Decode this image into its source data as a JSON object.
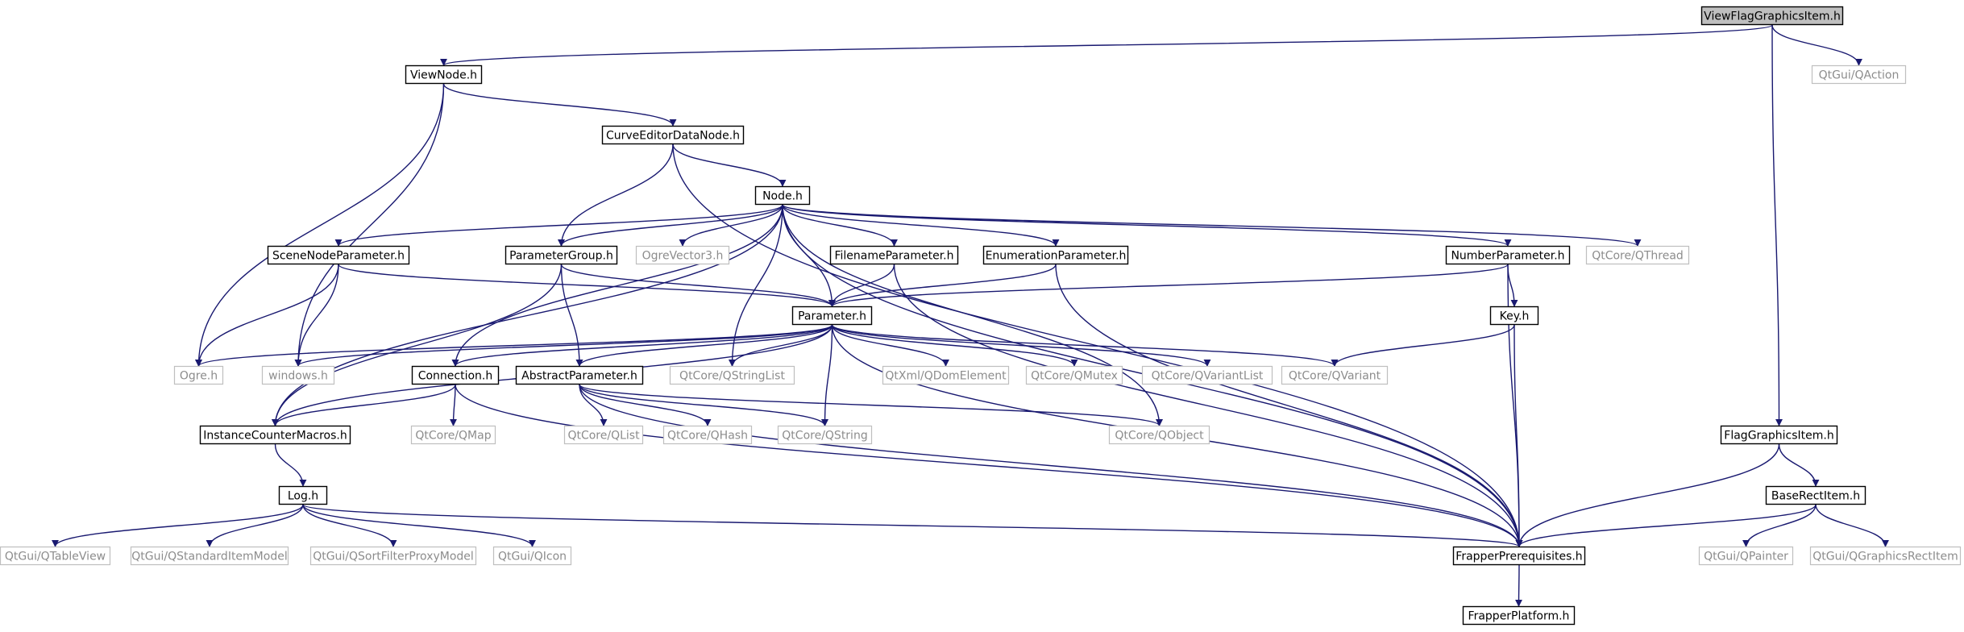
{
  "nodes": [
    {
      "id": "ViewFlagGraphicsItem",
      "label": "ViewFlagGraphicsItem.h",
      "style": "root"
    },
    {
      "id": "ViewNode",
      "label": "ViewNode.h",
      "style": "black"
    },
    {
      "id": "QAction",
      "label": "QtGui/QAction",
      "style": "grey"
    },
    {
      "id": "CurveEditorDataNode",
      "label": "CurveEditorDataNode.h",
      "style": "black"
    },
    {
      "id": "Node",
      "label": "Node.h",
      "style": "black"
    },
    {
      "id": "SceneNodeParameter",
      "label": "SceneNodeParameter.h",
      "style": "black"
    },
    {
      "id": "ParameterGroup",
      "label": "ParameterGroup.h",
      "style": "black"
    },
    {
      "id": "OgreVector3",
      "label": "OgreVector3.h",
      "style": "grey"
    },
    {
      "id": "FilenameParameter",
      "label": "FilenameParameter.h",
      "style": "black"
    },
    {
      "id": "EnumerationParameter",
      "label": "EnumerationParameter.h",
      "style": "black"
    },
    {
      "id": "NumberParameter",
      "label": "NumberParameter.h",
      "style": "black"
    },
    {
      "id": "QThread",
      "label": "QtCore/QThread",
      "style": "grey"
    },
    {
      "id": "Parameter",
      "label": "Parameter.h",
      "style": "black"
    },
    {
      "id": "Key",
      "label": "Key.h",
      "style": "black"
    },
    {
      "id": "Ogre",
      "label": "Ogre.h",
      "style": "grey"
    },
    {
      "id": "windows",
      "label": "windows.h",
      "style": "grey"
    },
    {
      "id": "Connection",
      "label": "Connection.h",
      "style": "black"
    },
    {
      "id": "AbstractParameter",
      "label": "AbstractParameter.h",
      "style": "black"
    },
    {
      "id": "QStringList",
      "label": "QtCore/QStringList",
      "style": "grey"
    },
    {
      "id": "QDomElement",
      "label": "QtXml/QDomElement",
      "style": "grey"
    },
    {
      "id": "QMutex",
      "label": "QtCore/QMutex",
      "style": "grey"
    },
    {
      "id": "QVariantList",
      "label": "QtCore/QVariantList",
      "style": "grey"
    },
    {
      "id": "QVariant",
      "label": "QtCore/QVariant",
      "style": "grey"
    },
    {
      "id": "InstanceCounterMacros",
      "label": "InstanceCounterMacros.h",
      "style": "black"
    },
    {
      "id": "QMap",
      "label": "QtCore/QMap",
      "style": "grey"
    },
    {
      "id": "QList",
      "label": "QtCore/QList",
      "style": "grey"
    },
    {
      "id": "QHash",
      "label": "QtCore/QHash",
      "style": "grey"
    },
    {
      "id": "QString",
      "label": "QtCore/QString",
      "style": "grey"
    },
    {
      "id": "QObject",
      "label": "QtCore/QObject",
      "style": "grey"
    },
    {
      "id": "FlagGraphicsItem",
      "label": "FlagGraphicsItem.h",
      "style": "black"
    },
    {
      "id": "BaseRectItem",
      "label": "BaseRectItem.h",
      "style": "black"
    },
    {
      "id": "Log",
      "label": "Log.h",
      "style": "black"
    },
    {
      "id": "QTableView",
      "label": "QtGui/QTableView",
      "style": "grey"
    },
    {
      "id": "QStandardItemModel",
      "label": "QtGui/QStandardItemModel",
      "style": "grey"
    },
    {
      "id": "QSortFilterProxyModel",
      "label": "QtGui/QSortFilterProxyModel",
      "style": "grey"
    },
    {
      "id": "QIcon",
      "label": "QtGui/QIcon",
      "style": "grey"
    },
    {
      "id": "FrapperPrerequisites",
      "label": "FrapperPrerequisites.h",
      "style": "black"
    },
    {
      "id": "QPainter",
      "label": "QtGui/QPainter",
      "style": "grey"
    },
    {
      "id": "QGraphicsRectItem",
      "label": "QtGui/QGraphicsRectItem",
      "style": "grey"
    },
    {
      "id": "FrapperPlatform",
      "label": "FrapperPlatform.h",
      "style": "black"
    }
  ],
  "edges": [
    [
      "ViewFlagGraphicsItem",
      "ViewNode"
    ],
    [
      "ViewFlagGraphicsItem",
      "QAction"
    ],
    [
      "ViewFlagGraphicsItem",
      "FlagGraphicsItem"
    ],
    [
      "ViewNode",
      "CurveEditorDataNode"
    ],
    [
      "ViewNode",
      "Ogre"
    ],
    [
      "ViewNode",
      "windows"
    ],
    [
      "CurveEditorDataNode",
      "Node"
    ],
    [
      "CurveEditorDataNode",
      "ParameterGroup"
    ],
    [
      "CurveEditorDataNode",
      "FrapperPrerequisites"
    ],
    [
      "Node",
      "SceneNodeParameter"
    ],
    [
      "Node",
      "ParameterGroup"
    ],
    [
      "Node",
      "OgreVector3"
    ],
    [
      "Node",
      "FilenameParameter"
    ],
    [
      "Node",
      "EnumerationParameter"
    ],
    [
      "Node",
      "NumberParameter"
    ],
    [
      "Node",
      "QThread"
    ],
    [
      "Node",
      "Parameter"
    ],
    [
      "Node",
      "Connection"
    ],
    [
      "Node",
      "InstanceCounterMacros"
    ],
    [
      "Node",
      "QStringList"
    ],
    [
      "Node",
      "QObject"
    ],
    [
      "Node",
      "FrapperPrerequisites"
    ],
    [
      "SceneNodeParameter",
      "Parameter"
    ],
    [
      "SceneNodeParameter",
      "Ogre"
    ],
    [
      "SceneNodeParameter",
      "windows"
    ],
    [
      "ParameterGroup",
      "Parameter"
    ],
    [
      "ParameterGroup",
      "AbstractParameter"
    ],
    [
      "ParameterGroup",
      "InstanceCounterMacros"
    ],
    [
      "FilenameParameter",
      "Parameter"
    ],
    [
      "FilenameParameter",
      "FrapperPrerequisites"
    ],
    [
      "EnumerationParameter",
      "Parameter"
    ],
    [
      "EnumerationParameter",
      "FrapperPrerequisites"
    ],
    [
      "NumberParameter",
      "Parameter"
    ],
    [
      "NumberParameter",
      "Key"
    ],
    [
      "NumberParameter",
      "FrapperPrerequisites"
    ],
    [
      "Parameter",
      "Ogre"
    ],
    [
      "Parameter",
      "windows"
    ],
    [
      "Parameter",
      "Connection"
    ],
    [
      "Parameter",
      "AbstractParameter"
    ],
    [
      "Parameter",
      "QStringList"
    ],
    [
      "Parameter",
      "QDomElement"
    ],
    [
      "Parameter",
      "QMutex"
    ],
    [
      "Parameter",
      "QVariantList"
    ],
    [
      "Parameter",
      "QVariant"
    ],
    [
      "Parameter",
      "InstanceCounterMacros"
    ],
    [
      "Parameter",
      "QString"
    ],
    [
      "Parameter",
      "FrapperPrerequisites"
    ],
    [
      "Key",
      "QVariant"
    ],
    [
      "Key",
      "FrapperPrerequisites"
    ],
    [
      "Connection",
      "InstanceCounterMacros"
    ],
    [
      "Connection",
      "QMap"
    ],
    [
      "Connection",
      "FrapperPrerequisites"
    ],
    [
      "AbstractParameter",
      "QList"
    ],
    [
      "AbstractParameter",
      "QHash"
    ],
    [
      "AbstractParameter",
      "QString"
    ],
    [
      "AbstractParameter",
      "QObject"
    ],
    [
      "AbstractParameter",
      "FrapperPrerequisites"
    ],
    [
      "InstanceCounterMacros",
      "Log"
    ],
    [
      "Log",
      "QTableView"
    ],
    [
      "Log",
      "QStandardItemModel"
    ],
    [
      "Log",
      "QSortFilterProxyModel"
    ],
    [
      "Log",
      "QIcon"
    ],
    [
      "Log",
      "FrapperPrerequisites"
    ],
    [
      "FlagGraphicsItem",
      "BaseRectItem"
    ],
    [
      "FlagGraphicsItem",
      "FrapperPrerequisites"
    ],
    [
      "BaseRectItem",
      "FrapperPrerequisites"
    ],
    [
      "BaseRectItem",
      "QPainter"
    ],
    [
      "BaseRectItem",
      "QGraphicsRectItem"
    ],
    [
      "FrapperPrerequisites",
      "FrapperPlatform"
    ]
  ],
  "colors": {
    "edge": "#191970",
    "root_fill": "#bfbfbf",
    "black_border": "#000000",
    "grey_border": "#bfbfbf",
    "grey_text": "#8c8c8c"
  }
}
